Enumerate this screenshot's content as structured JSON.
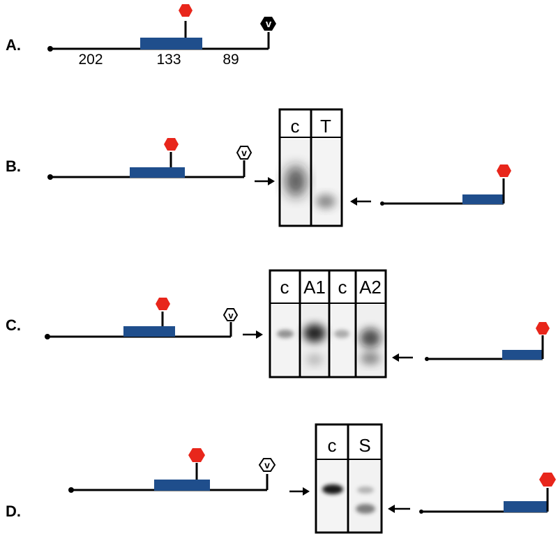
{
  "colors": {
    "line": "#000000",
    "gene_box": "#1f4e8c",
    "hexagon_marker": "#e8261b",
    "v_marker_fill": "#000000",
    "v_marker_text": "#ffffff",
    "gel_band": "#111111"
  },
  "panels": {
    "a": {
      "label": "A.",
      "marker_text": "v",
      "segments": [
        "202",
        "133",
        "89"
      ]
    },
    "b": {
      "label": "B.",
      "marker_text": "v",
      "lanes": [
        "c",
        "T"
      ]
    },
    "c": {
      "label": "C.",
      "marker_text": "v",
      "lanes": [
        "c",
        "A1",
        "c",
        "A2"
      ]
    },
    "d": {
      "label": "D.",
      "marker_text": "v",
      "lanes": [
        "c",
        "S"
      ]
    }
  }
}
